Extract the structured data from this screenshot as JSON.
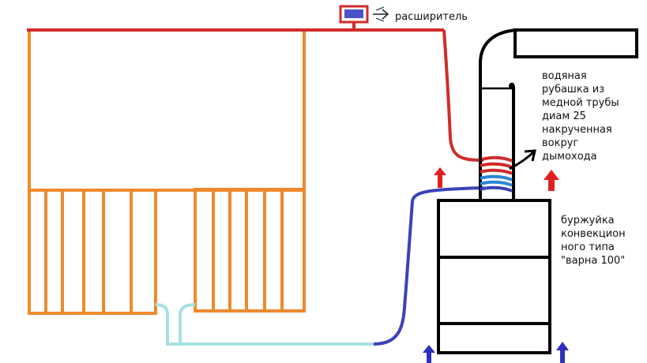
{
  "labels": {
    "expander": "расширитель",
    "water_jacket": "водяная\nрубашка из\nмедной трубы\nдиам 25\nнакрученная\nвокруг\nдымохода",
    "stove": "буржуйка\nконвекцион\nного типа\n\"варна 100\""
  },
  "colors": {
    "hot_pipe": "#d02b2b",
    "return_pipe_dark": "#3a42b8",
    "return_pipe_light": "#a8e0e2",
    "radiator": "#ee8a2c",
    "outline": "#000000",
    "arrow_up_hot": "#e02020",
    "arrow_up_cold": "#3030c0",
    "expander_fill": "#4a54c8",
    "expander_border": "#d02b2b"
  }
}
